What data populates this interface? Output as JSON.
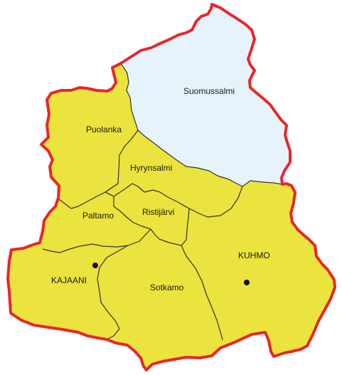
{
  "colors": {
    "region_fill": "#ebe33e",
    "highlight_fill": "#e6f3fb",
    "outline": "#e8262a",
    "borders": "#333333"
  },
  "municipalities": [
    {
      "id": "suomussalmi",
      "name": "Suomussalmi",
      "highlighted": true
    },
    {
      "id": "puolanka",
      "name": "Puolanka",
      "highlighted": false
    },
    {
      "id": "hyrynsalmi",
      "name": "Hyrynsalmi",
      "highlighted": false
    },
    {
      "id": "ristijarvi",
      "name": "Ristijärvi",
      "highlighted": false
    },
    {
      "id": "paltamo",
      "name": "Paltamo",
      "highlighted": false
    },
    {
      "id": "kajaani",
      "name": "KAJAANI",
      "highlighted": false,
      "town_marker": true
    },
    {
      "id": "sotkamo",
      "name": "Sotkamo",
      "highlighted": false
    },
    {
      "id": "kuhmo",
      "name": "KUHMO",
      "highlighted": false,
      "town_marker": true
    }
  ],
  "labels": {
    "suomussalmi": "Suomussalmi",
    "puolanka": "Puolanka",
    "hyrynsalmi": "Hyrynsalmi",
    "ristijarvi": "Ristijärvi",
    "paltamo": "Paltamo",
    "kajaani": "KAJAANI",
    "sotkamo": "Sotkamo",
    "kuhmo": "KUHMO"
  }
}
